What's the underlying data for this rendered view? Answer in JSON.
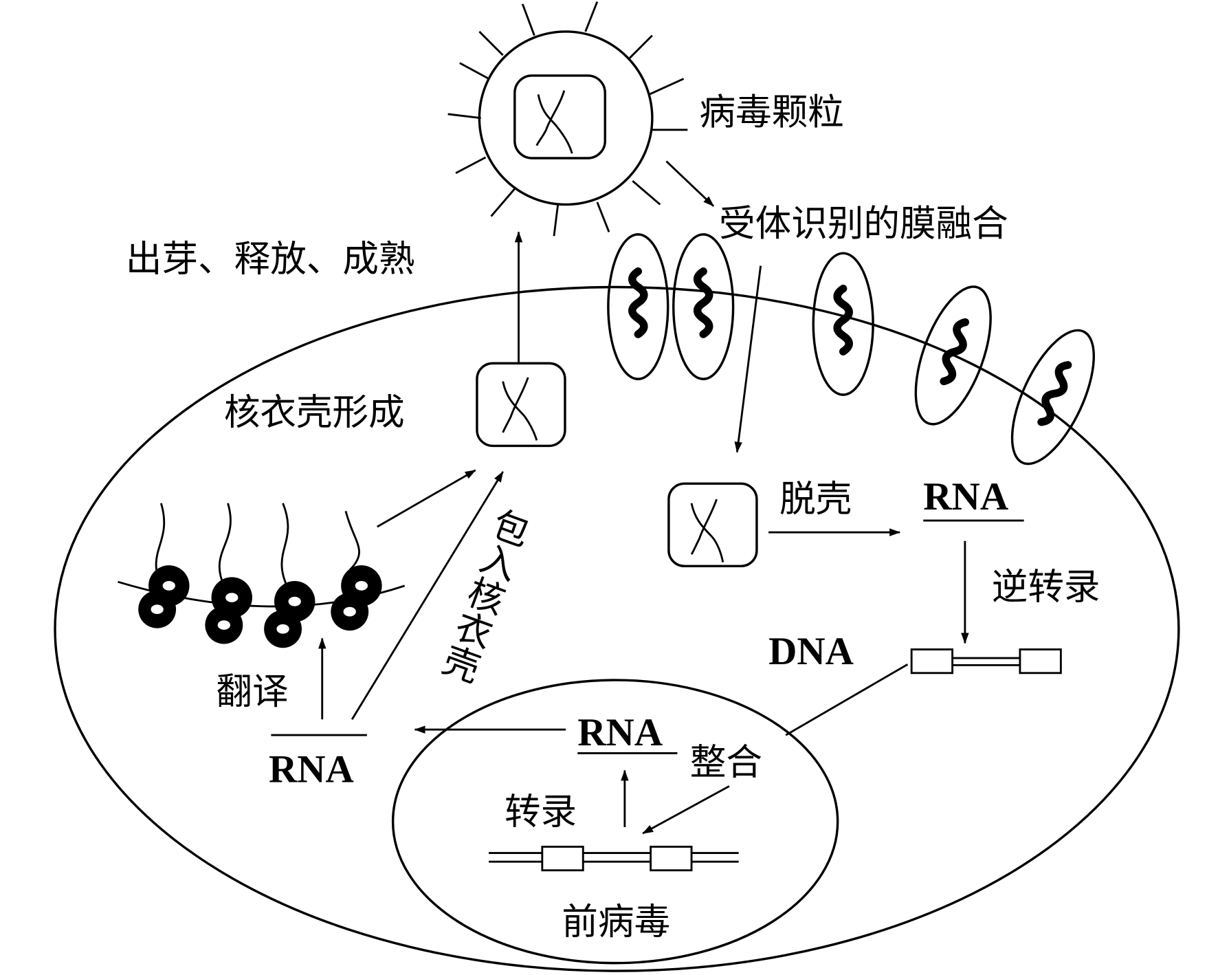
{
  "labels": {
    "virus_particle": "病毒颗粒",
    "receptor_fusion": "受体识别的膜融合",
    "budding": "出芽、释放、成熟",
    "capsid_formation": "核衣壳形成",
    "uncoating": "脱壳",
    "rna_top": "RNA",
    "reverse_transcription": "逆转录",
    "dna": "DNA",
    "packaging": "包入核衣壳",
    "translation": "翻译",
    "rna_left": "RNA",
    "rna_nucleus": "RNA",
    "integration": "整合",
    "transcription": "转录",
    "provirus": "前病毒"
  },
  "colors": {
    "line": "#000000",
    "background": "#ffffff"
  }
}
